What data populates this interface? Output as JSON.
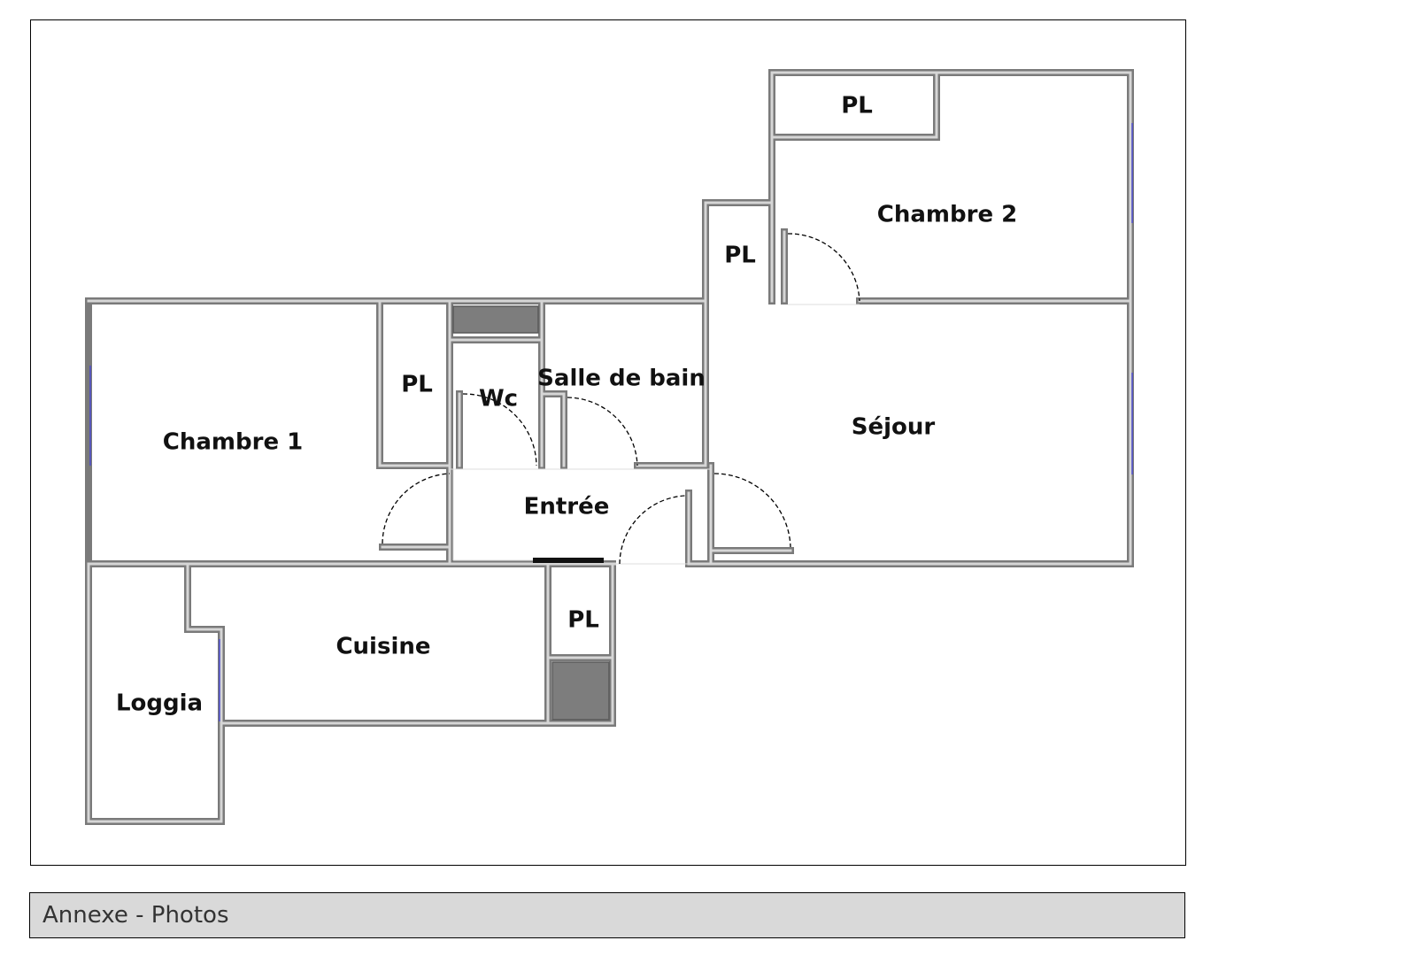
{
  "floor_plan": {
    "rooms": {
      "chambre_1": "Chambre 1",
      "chambre_2": "Chambre 2",
      "sejour": "Séjour",
      "entree": "Entrée",
      "cuisine": "Cuisine",
      "loggia": "Loggia",
      "wc": "Wc",
      "salle_de_bain": "Salle de bain",
      "placard_chambre_2": "PL",
      "placard_couloir_haut": "PL",
      "placard_chambre_1": "PL",
      "placard_cuisine": "PL"
    }
  },
  "caption": {
    "label": "Annexe - Photos"
  }
}
